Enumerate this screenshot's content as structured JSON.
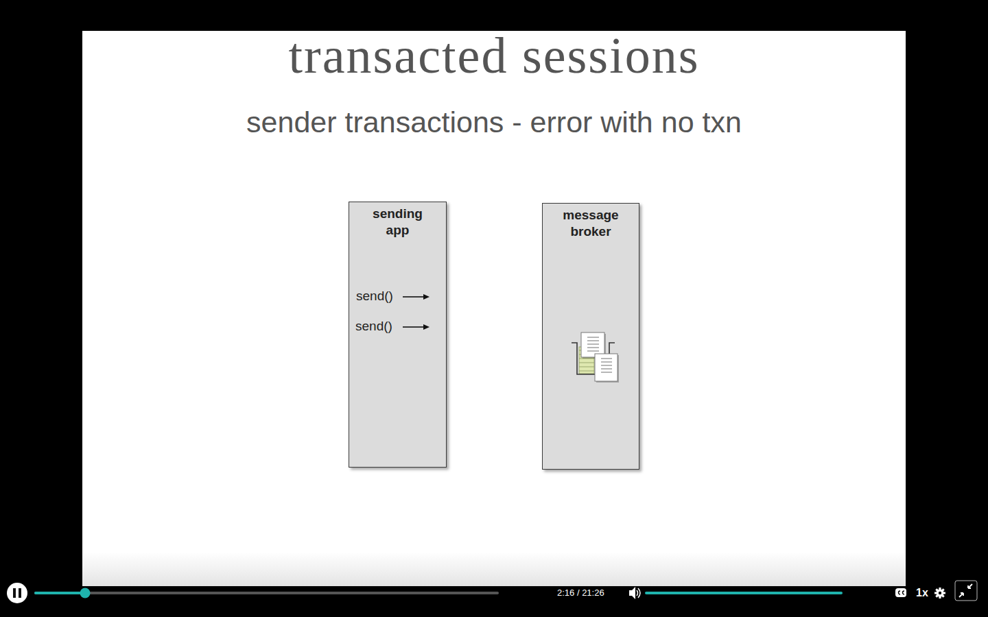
{
  "diagram": {
    "title": "transacted sessions",
    "nodes": [
      {
        "text": [
          "sending app"
        ]
      },
      {
        "text": [
          "message broker"
        ]
      }
    ],
    "labels": [
      "sender transactions - error with no txn",
      "send()",
      "send()",
      "2:16 / 21:26",
      "1x"
    ]
  }
}
